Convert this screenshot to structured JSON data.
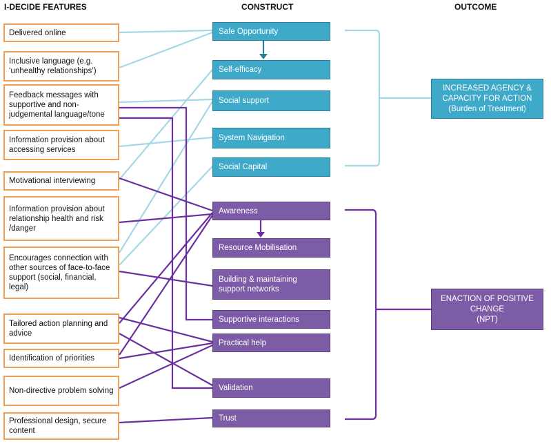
{
  "headers": {
    "features": "I-DECIDE FEATURES",
    "construct": "CONSTRUCT",
    "outcome": "OUTCOME"
  },
  "features": [
    "Delivered online",
    "Inclusive language (e.g. ‘unhealthy relationships’)",
    "Feedback messages with supportive and non-judgemental language/tone",
    "Information provision about accessing services",
    "Motivational interviewing",
    "Information provision about relationship health and risk /danger",
    "Encourages connection with other sources of face-to-face support (social, financial, legal)",
    "Tailored action planning and advice",
    "Identification of priorities",
    "Non-directive problem solving",
    "Professional design, secure content"
  ],
  "constructs": [
    "Safe Opportunity",
    "Self-efficacy",
    "Social support",
    "System Navigation",
    "Social Capital",
    "Awareness",
    "Resource Mobilisation",
    "Building & maintaining support networks",
    "Supportive interactions",
    "Practical help",
    "Validation",
    "Trust"
  ],
  "outcomes": [
    {
      "line1": "INCREASED AGENCY &",
      "line2": "CAPACITY FOR ACTION",
      "line3": "(Burden of Treatment)"
    },
    {
      "line1": "ENACTION OF POSITIVE",
      "line2": "CHANGE",
      "line3": "(NPT)"
    }
  ],
  "colors": {
    "feature_border": "#f0a055",
    "teal_box": "#3fa9c9",
    "purple_box": "#7d5ca7",
    "teal_line": "#a6d7e6",
    "purple_line": "#6a2fa0"
  }
}
